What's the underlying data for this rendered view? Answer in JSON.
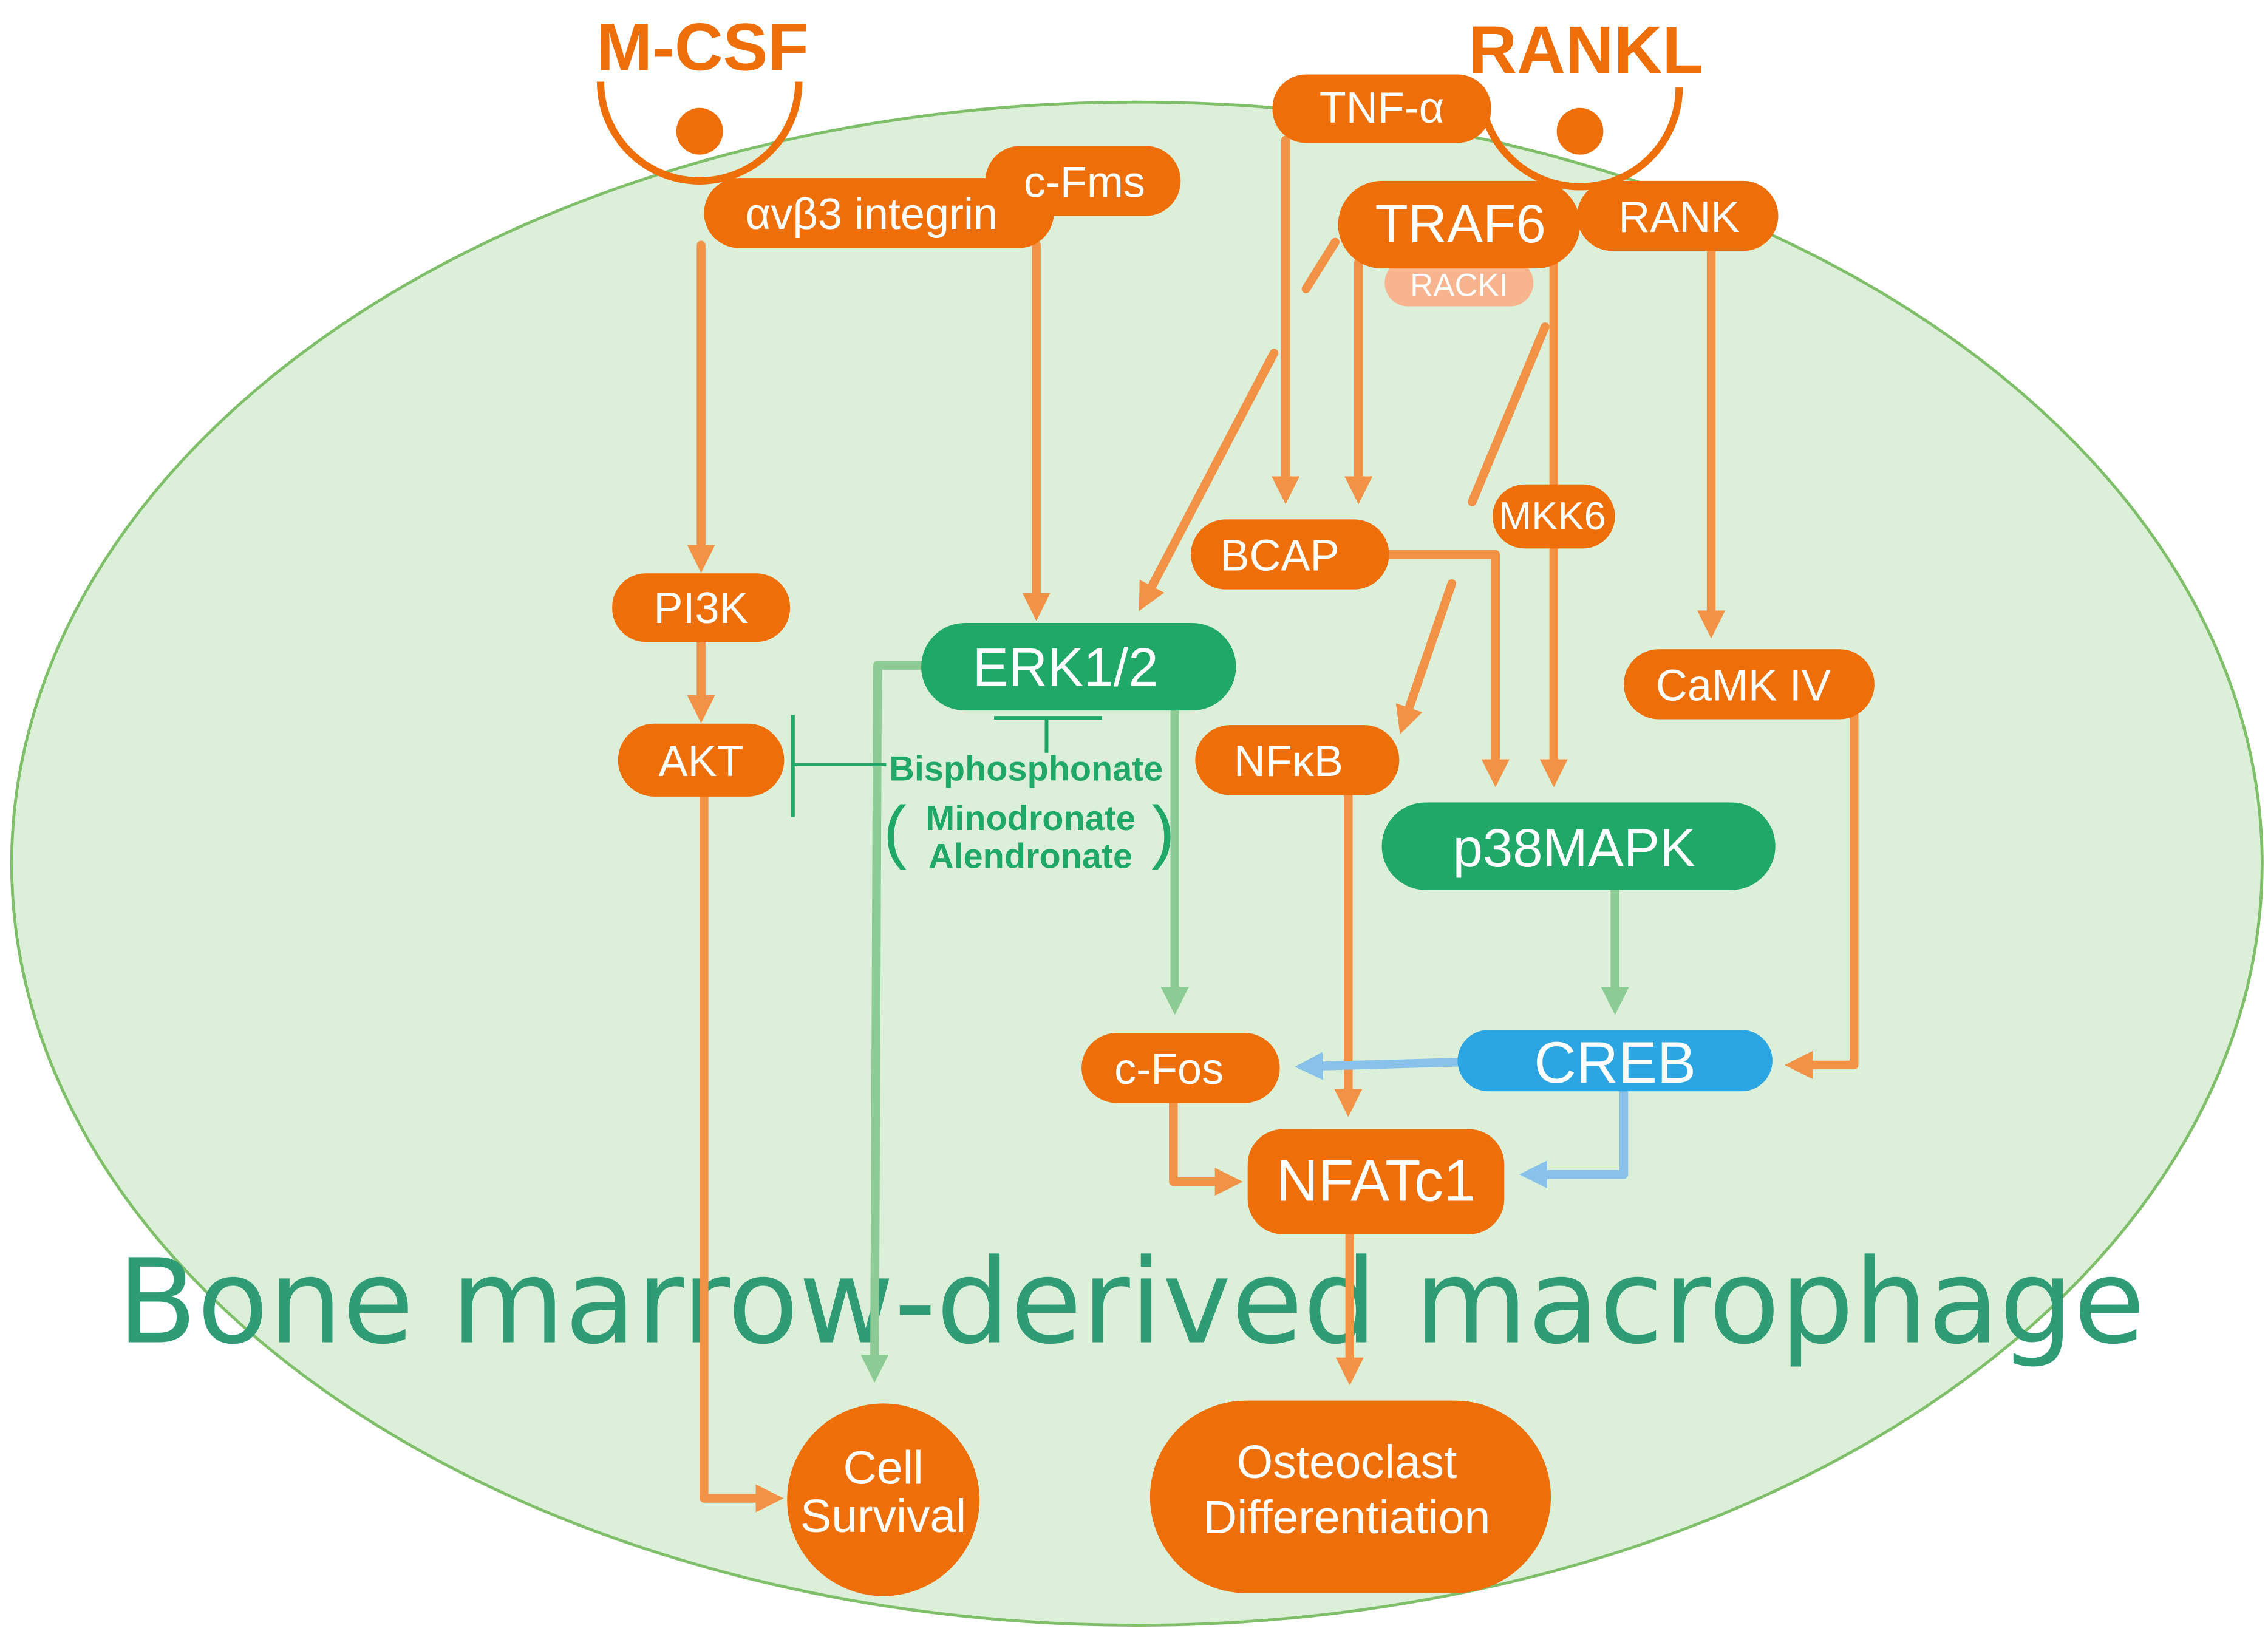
{
  "colors": {
    "cell_fill": "#dcefd8",
    "cell_stroke": "#7fbf6a",
    "orange_node": "#ee6f0a",
    "orange_arrow": "#f19246",
    "green_node": "#20a868",
    "green_arrow": "#8ccb94",
    "blue_node": "#2ba6e2",
    "blue_arrow": "#88c1ea",
    "light_node": "#f8b48e",
    "title_text": "#2f9c76",
    "drug_text": "#20a868"
  },
  "ligands": {
    "mcsf": "M-CSF",
    "rankl": "RANKL"
  },
  "nodes": {
    "tnf": "TNF-α",
    "integrin": "αvβ3 integrin",
    "cfms": "c-Fms",
    "traf6": "TRAF6",
    "rack1": "RACKI",
    "rank": "RANK",
    "pi3k": "PI3K",
    "akt": "AKT",
    "erk": "ERK1/2",
    "bcap": "BCAP",
    "mkk6": "MKK6",
    "nfkb": "NFκB",
    "camk4": "CaMK IV",
    "p38": "p38MAPK",
    "cfos": "c-Fos",
    "creb": "CREB",
    "nfatc1": "NFATc1"
  },
  "outcomes": {
    "survival_line1": "Cell",
    "survival_line2": "Survival",
    "osteo_line1": "Osteoclast",
    "osteo_line2": "Differentiation"
  },
  "inhibitor": {
    "name": "Bisphosphonate",
    "example1": "Minodronate",
    "example2": "Alendronate",
    "paren_open": "(",
    "paren_close": ")"
  },
  "cell_label": "Bone marrow-derived macrophage"
}
